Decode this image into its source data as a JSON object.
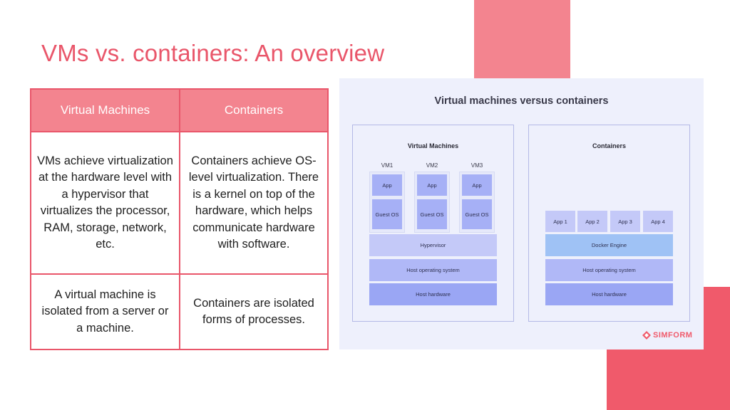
{
  "title": "VMs vs. containers: An overview",
  "table": {
    "headers": [
      "Virtual Machines",
      "Containers"
    ],
    "rows": [
      [
        "VMs achieve virtualization at the hardware level with a hypervisor that virtualizes the processor, RAM, storage, network, etc.",
        "Containers achieve OS-level virtualization. There is a kernel on top of the hardware, which helps communicate hardware with software."
      ],
      [
        "A virtual machine is isolated from a server or a machine.",
        "Containers are isolated forms of processes."
      ]
    ]
  },
  "diagram": {
    "title": "Virtual machines versus containers",
    "vm_panel": {
      "title": "Virtual Machines",
      "vms": [
        {
          "label": "VM1",
          "app": "App",
          "os": "Guest OS"
        },
        {
          "label": "VM2",
          "app": "App",
          "os": "Guest OS"
        },
        {
          "label": "VM3",
          "app": "App",
          "os": "Guest OS"
        }
      ],
      "hypervisor": "Hypervisor",
      "host_os": "Host operating system",
      "host_hw": "Host hardware"
    },
    "container_panel": {
      "title": "Containers",
      "apps": [
        "App 1",
        "App 2",
        "App 3",
        "App 4"
      ],
      "engine": "Docker Engine",
      "host_os": "Host operating system",
      "host_hw": "Host hardware"
    },
    "logo": {
      "text": "SIMFORM",
      "icon": "simform-logo-icon"
    }
  },
  "colors": {
    "accent": "#e9566a",
    "header_bg": "#f3848f",
    "deco_bottom": "#f05a6b",
    "diagram_bg": "#eef0fc"
  }
}
